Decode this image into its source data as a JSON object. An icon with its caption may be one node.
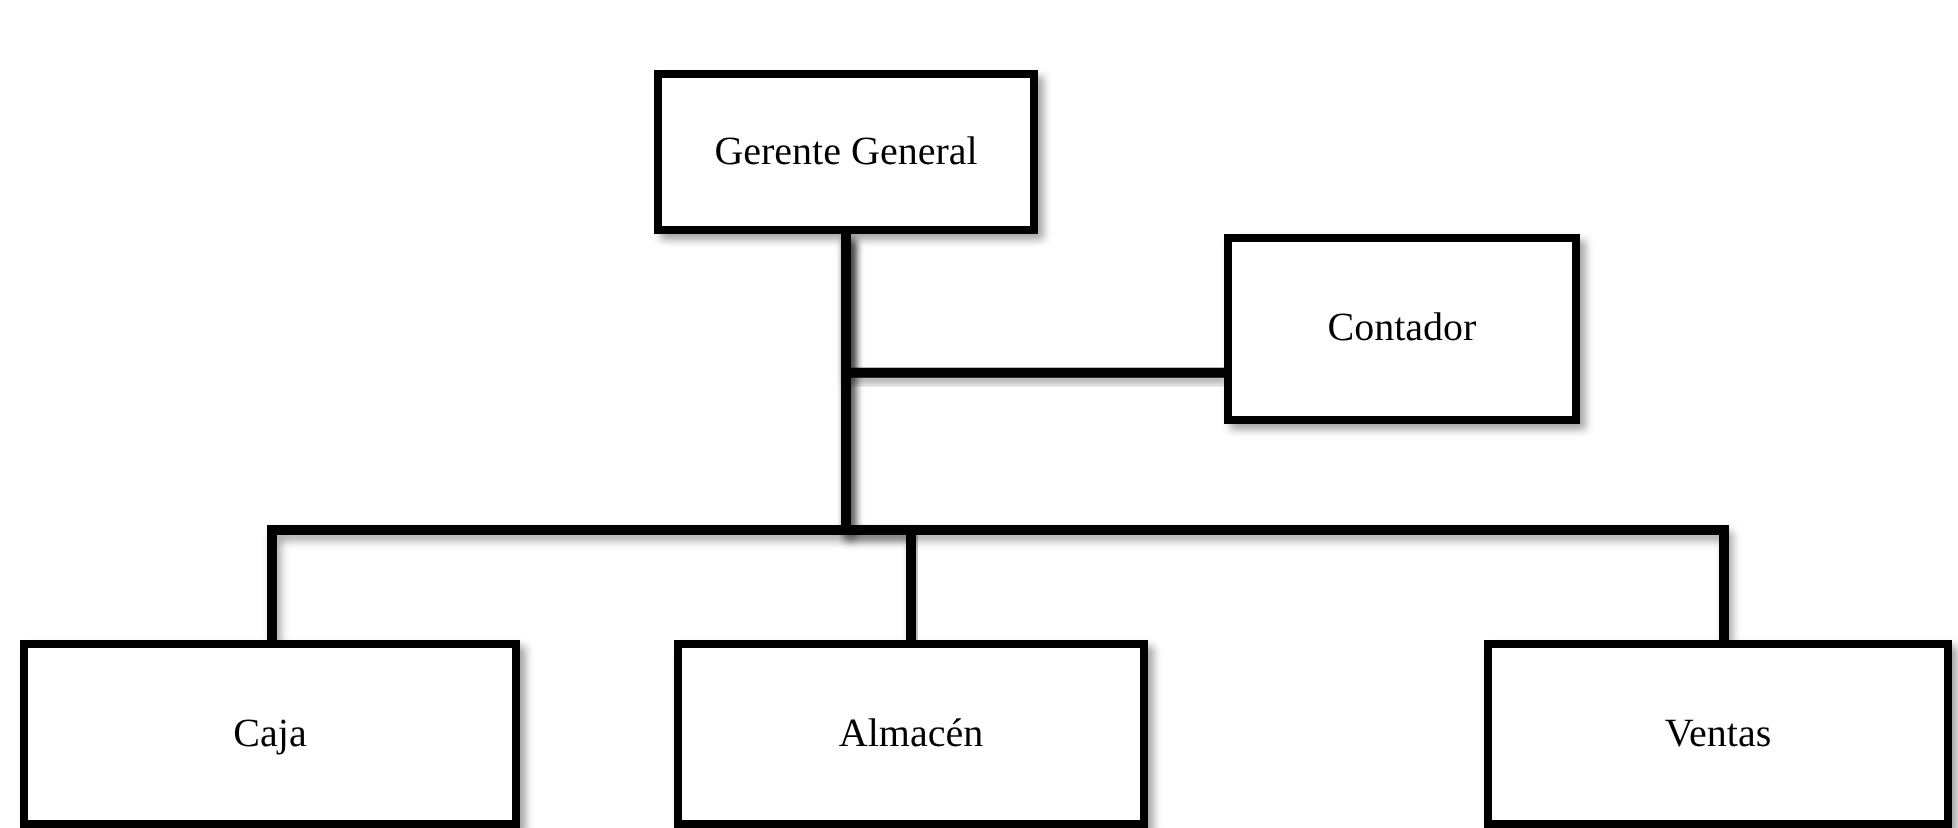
{
  "diagram": {
    "nodes": [
      {
        "text": [
          "Gerente General"
        ]
      },
      {
        "text": [
          "Contador"
        ]
      },
      {
        "text": [
          "Caja"
        ]
      },
      {
        "text": [
          "Almacén"
        ]
      },
      {
        "text": [
          "Ventas"
        ]
      }
    ],
    "edges": [
      {
        "from": 0,
        "to": 1,
        "arrow": "none"
      },
      {
        "from": 0,
        "to": 2,
        "arrow": "none"
      },
      {
        "from": 0,
        "to": 3,
        "arrow": "none"
      },
      {
        "from": 0,
        "to": 4,
        "arrow": "none"
      }
    ]
  }
}
